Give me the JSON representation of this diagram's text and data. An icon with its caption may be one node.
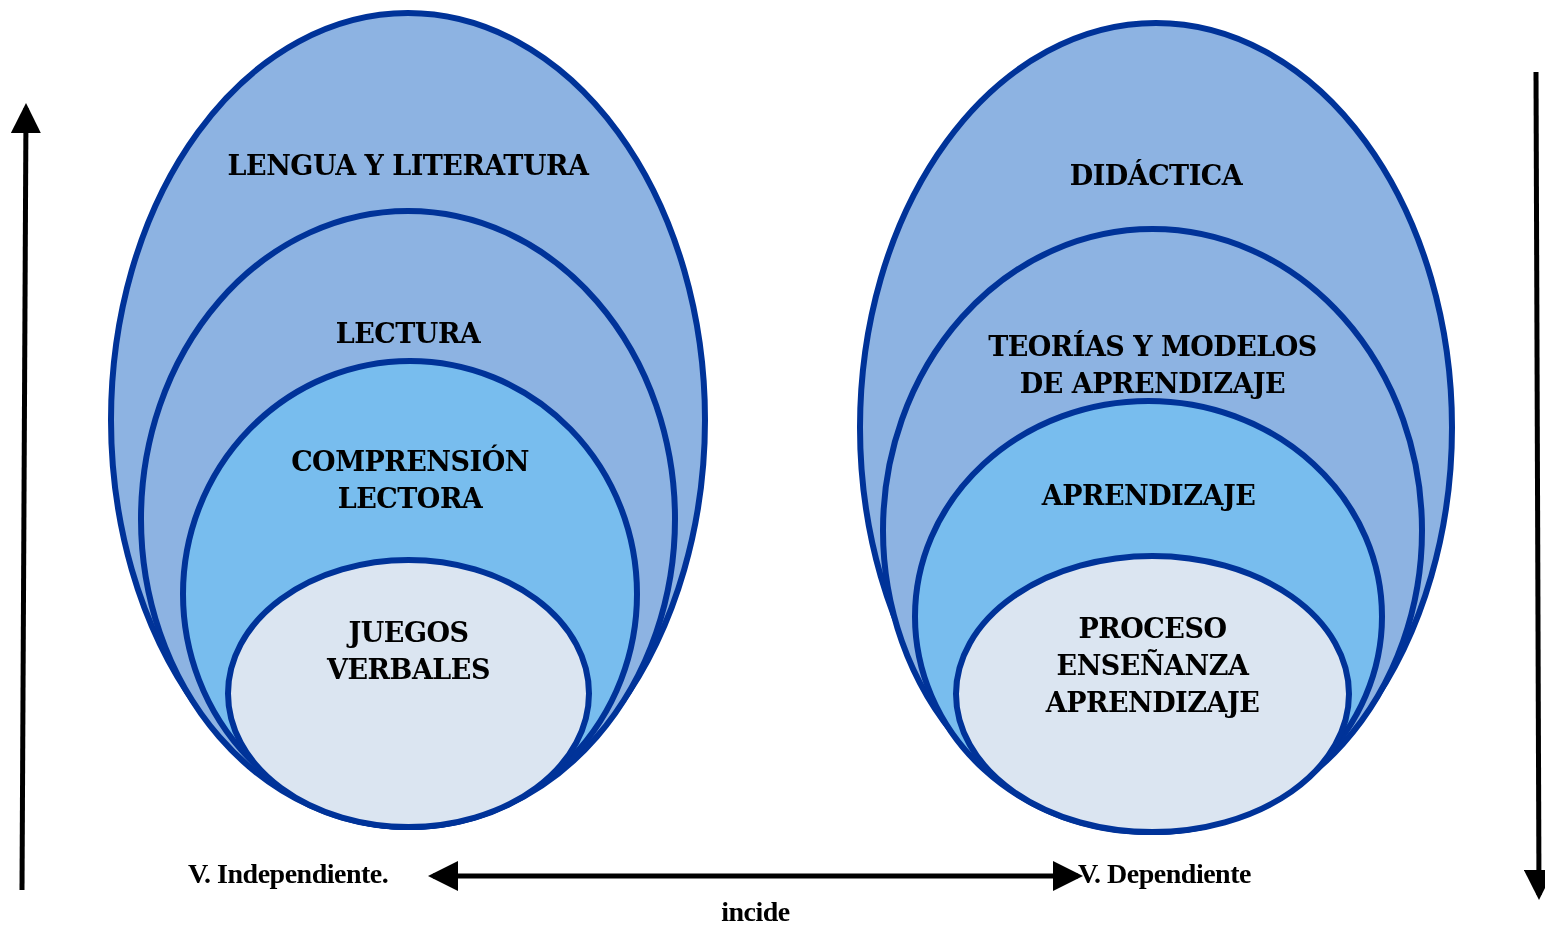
{
  "diagram": {
    "nodes": [
      {
        "text": [
          "LENGUA Y LITERATURA"
        ]
      },
      {
        "text": [
          "LECTURA"
        ],
        "in": 0
      },
      {
        "text": [
          "COMPRENSIÓN LECTORA"
        ],
        "in": 1
      },
      {
        "text": [
          "JUEGOS VERBALES"
        ],
        "in": 2
      },
      {
        "text": [
          "DIDÁCTICA"
        ]
      },
      {
        "text": [
          "TEORÍAS Y MODELOS DE APRENDIZAJE"
        ],
        "in": 4
      },
      {
        "text": [
          "APRENDIZAJE"
        ],
        "in": 5
      },
      {
        "text": [
          "PROCESO ENSEÑANZA APRENDIZAJE"
        ],
        "in": 6
      },
      {
        "text": [
          "V. Independiente."
        ]
      },
      {
        "text": [
          "V. Dependiente"
        ]
      }
    ],
    "edges": [
      {
        "from": 8,
        "to": 9,
        "arrow": "both",
        "label": "incide"
      }
    ]
  }
}
